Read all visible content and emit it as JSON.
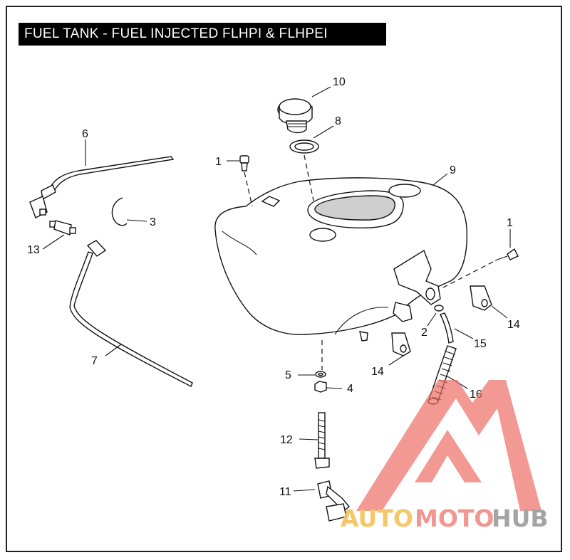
{
  "title": "FUEL TANK - FUEL INJECTED FLHPI & FLHPEI",
  "callouts": {
    "c1a": "1",
    "c1b": "1",
    "c2": "2",
    "c3": "3",
    "c4": "4",
    "c5": "5",
    "c6": "6",
    "c7": "7",
    "c8": "8",
    "c9": "9",
    "c10": "10",
    "c11": "11",
    "c12": "12",
    "c13": "13",
    "c14a": "14",
    "c14b": "14",
    "c15": "15",
    "c16": "16"
  },
  "watermark": {
    "part1": "AUTO",
    "part2": "MOTO",
    "part3": "HUB",
    "colors": {
      "auto": "#f2c15a",
      "moto": "#ef8c86",
      "hub": "#9b9b9b",
      "triangle": "#ee6a62"
    }
  }
}
